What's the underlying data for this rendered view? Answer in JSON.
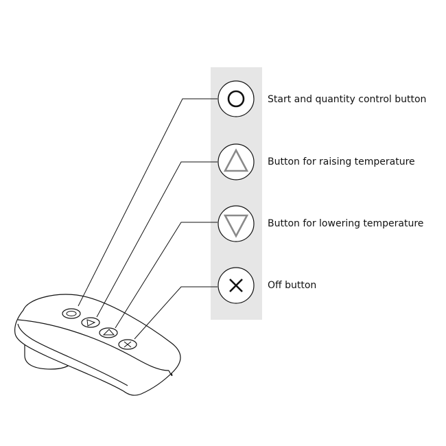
{
  "colors": {
    "panel": "#e6e6e6",
    "line": "#111111",
    "glyph_dark": "#111111",
    "glyph_light": "#8a8a8a",
    "remote_fill": "#ffffff"
  },
  "buttons": [
    {
      "icon": "circle-icon",
      "label": "Start and quantity control button"
    },
    {
      "icon": "triangle-up-icon",
      "label": "Button for raising temperature"
    },
    {
      "icon": "triangle-down-icon",
      "label": "Button for lowering temperature"
    },
    {
      "icon": "cross-icon",
      "label": "Off button"
    }
  ]
}
